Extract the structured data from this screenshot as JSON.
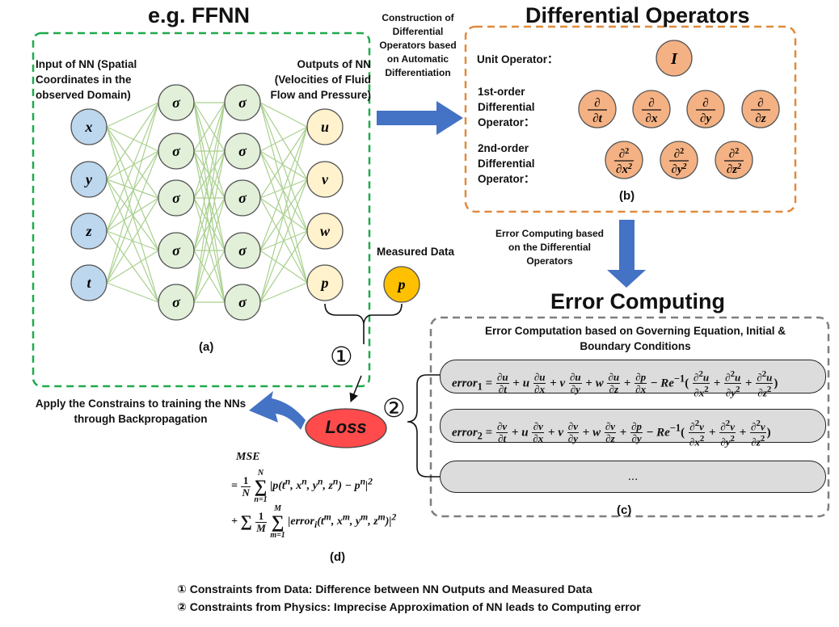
{
  "ffnn": {
    "title": "e.g. FFNN",
    "input_caption": "Input of NN (Spatial Coordinates in the observed Domain)",
    "output_caption": "Outputs of NN (Velocities of Fluid Flow and Pressure)",
    "inputs": [
      "x",
      "y",
      "z",
      "t"
    ],
    "hidden_symbol": "σ",
    "outputs": [
      "u",
      "v",
      "w",
      "p"
    ],
    "panel_label": "(a)"
  },
  "measured": {
    "caption": "Measured Data",
    "symbol": "p"
  },
  "arrow_construction": "Construction of Differential Operators based on Automatic Differentiation",
  "diff_ops": {
    "title": "Differential Operators",
    "unit_label": "Unit Operator：",
    "unit_symbol": "I",
    "first_label": "1st-order Differential Operator：",
    "first_ops": [
      "t",
      "x",
      "y",
      "z"
    ],
    "second_label": "2nd-order Differential Operator：",
    "second_ops": [
      "x",
      "y",
      "z"
    ],
    "panel_label": "(b)"
  },
  "arrow_error": "Error Computing based on the Differential Operators",
  "error": {
    "title": "Error Computing",
    "subtitle": "Error Computation based on Governing Equation, Initial & Boundary Conditions",
    "row3": "...",
    "panel_label": "(c)"
  },
  "circle_1": "①",
  "circle_2": "②",
  "loss": "Loss",
  "backprop": "Apply the Constrains to training the NNs through Backpropagation",
  "mse_label": "MSE",
  "panel_d": "(d)",
  "notes": [
    "① Constraints from Data: Difference between NN Outputs and Measured Data",
    "② Constraints from Physics: Imprecise Approximation of NN leads to Computing error"
  ],
  "colors": {
    "input_node": "#bdd7ee",
    "hidden_node": "#e2efd9",
    "output_node": "#fff2cc",
    "measured_node": "#ffc000",
    "operator_node": "#f4b183",
    "loss_node": "#ff4b4b",
    "arrow_blue": "#4472c4",
    "green_border": "#1faa4b",
    "orange_border": "#e08a3c",
    "grey_border": "#7f7f7f",
    "edge": "#a9d08e"
  }
}
